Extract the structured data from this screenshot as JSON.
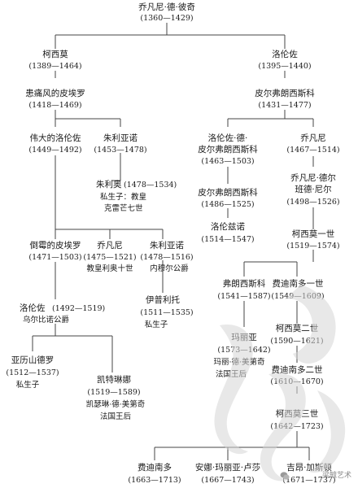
{
  "watermark": {
    "text": "梁毓艺术",
    "icon": "wechat-logo-icon"
  },
  "nodes": {
    "giovanni_bicci": {
      "name": "乔凡尼·德·彼奇",
      "dates": "(1360—1429)"
    },
    "cosimo": {
      "name": "柯西莫",
      "dates": "(1389—1464)"
    },
    "lorenzo_elder": {
      "name": "洛伦佐",
      "dates": "(1395—1440)"
    },
    "piero_gouty": {
      "name": "患痛风的皮埃罗",
      "dates": "(1418—1469)"
    },
    "pierfrancesco": {
      "name": "皮尔弗朗西斯科",
      "dates": "(1431—1477)"
    },
    "lorenzo_magnificent": {
      "name": "伟大的洛伦佐",
      "dates": "(1449—1492)"
    },
    "giuliano_1453": {
      "name": "朱利亚诺",
      "dates": "(1453—1478)"
    },
    "lorenzo_popolano": {
      "name_lines": [
        "洛伦佐·德·",
        "皮尔弗朗西斯科"
      ],
      "dates": "(1463—1503)"
    },
    "giovanni_popolano": {
      "name": "乔凡尼",
      "dates": "(1467—1514)"
    },
    "giulio": {
      "name": "朱利奥",
      "dates": "(1478—1534)",
      "note_lines": [
        "私生子：教皇",
        "克雷芒七世"
      ]
    },
    "pierfrancesco_younger": {
      "name": "皮尔弗朗西斯科",
      "dates": "(1486—1525)"
    },
    "giovanni_bande_nere": {
      "name_lines": [
        "乔凡尼·德尔",
        "班德·尼尔"
      ],
      "dates": "(1498—1526)"
    },
    "lorenzino": {
      "name": "洛伦兹诺",
      "dates": "(1514—1547)"
    },
    "piero_unfortunate": {
      "name": "倒霉的皮埃罗",
      "dates": "(1471—1503)"
    },
    "giovanni_leo": {
      "name": "乔凡尼",
      "dates": "(1475—1521)",
      "note": "教皇利奥十世"
    },
    "giuliano_nemours": {
      "name": "朱利亚诺",
      "dates": "(1478—1516)",
      "note": "内穆尔公爵"
    },
    "cosimo_i": {
      "name": "柯西莫一世",
      "dates": "(1519—1574)"
    },
    "lorenzo_urbino": {
      "name": "洛伦佐",
      "dates": "(1492—1519)",
      "note": "乌尔比诺公爵"
    },
    "ippolito": {
      "name": "伊普利托",
      "dates": "(1511—1535)",
      "note": "私生子"
    },
    "francesco_i": {
      "name": "弗朗西斯科",
      "dates": "(1541—1587)"
    },
    "ferdinando_i": {
      "name": "费迪南多一世",
      "dates": "(1549—1609)"
    },
    "alessandro": {
      "name": "亚历山德罗",
      "dates": "(1512—1537)",
      "note": "私生子"
    },
    "catherine": {
      "name": "凯特琳娜",
      "dates": "(1519—1589)",
      "note_lines": [
        "凯瑟琳·德·美第奇",
        "法国王后"
      ]
    },
    "marie": {
      "name": "玛丽亚",
      "dates": "(1573—1642)",
      "note_lines": [
        "玛丽·德·美第奇",
        "法国王后"
      ]
    },
    "cosimo_ii": {
      "name": "柯西莫二世",
      "dates": "(1590—1621)"
    },
    "ferdinando_ii": {
      "name": "费迪南多二世",
      "dates": "(1610—1670)"
    },
    "cosimo_iii": {
      "name": "柯西莫三世",
      "dates": "(1642—1723)"
    },
    "ferdinando_prince": {
      "name": "费迪南多",
      "dates": "(1663—1713)"
    },
    "anna_maria": {
      "name": "安娜·玛丽亚·卢莎",
      "dates": "(1667—1743)"
    },
    "gian_gastone": {
      "name": "吉昂·加斯顿",
      "dates": "(1671—1737)"
    }
  }
}
